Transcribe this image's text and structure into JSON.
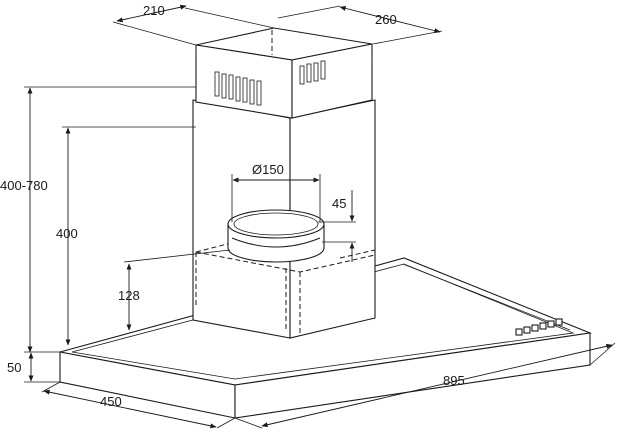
{
  "dimensions": {
    "chimney_depth": "210",
    "chimney_width": "260",
    "total_height": "400-780",
    "chimney_height": "400",
    "duct_diameter": "Ø150",
    "collar_height": "45",
    "motor_height": "128",
    "canopy_thickness": "50",
    "canopy_depth": "450",
    "canopy_width": "895"
  },
  "control_buttons": 6
}
